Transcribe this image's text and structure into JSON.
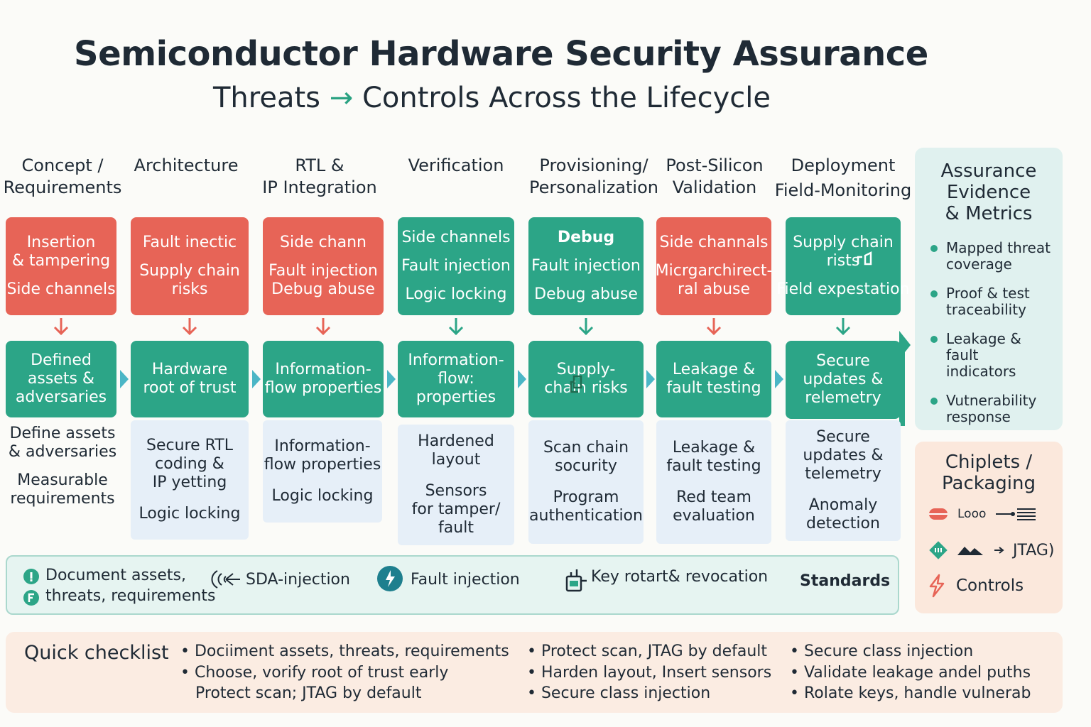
{
  "title": "Semiconductor Hardware Security Assurance",
  "subtitle": {
    "left": "Threats",
    "arrow": "→",
    "right": "Controls Across the Lifecycle"
  },
  "columns": [
    {
      "head": [
        "Concept /",
        "Requirements"
      ],
      "threats": [
        "Insertion",
        "& tampering",
        "",
        "Side channels"
      ],
      "threat_color": "red",
      "control": [
        "Defined",
        "assets &",
        "adversaries"
      ],
      "detail": [
        "Define assets",
        "& adversaries",
        "",
        "Measurable",
        "requirements"
      ],
      "detail_bg": false
    },
    {
      "head": [
        "Architecture"
      ],
      "threats": [
        "Fault inectic",
        "",
        "Supply chain",
        "risks"
      ],
      "threat_color": "red",
      "control": [
        "Hardware",
        "root of trust"
      ],
      "detail": [
        "Secure RTL",
        "coding &",
        "IP yetting",
        "",
        "Logic locking"
      ],
      "detail_bg": true
    },
    {
      "head": [
        "RTL &",
        "IP Integration"
      ],
      "threats": [
        "Side chann",
        "",
        "Fault injection",
        "Debug abuse"
      ],
      "threat_color": "red",
      "control": [
        "Information-",
        "flow properties"
      ],
      "detail": [
        "Information-",
        "flow properties",
        "",
        "Logic locking"
      ],
      "detail_bg": true
    },
    {
      "head": [
        "Verification"
      ],
      "threats": [
        "Side channels",
        "",
        "Fault injection",
        "",
        "Logic locking"
      ],
      "threat_color": "green",
      "control": [
        "Information-",
        "flow:",
        "properties"
      ],
      "detail": [
        "Hardened",
        "layout",
        "",
        "Sensors",
        "for tamper/",
        "fault"
      ],
      "detail_bg": true
    },
    {
      "head": [
        "Provisioning/",
        "Personalization"
      ],
      "threats": [
        "Debug",
        "",
        "Fault injection",
        "",
        "Debug abuse"
      ],
      "threat_color": "green",
      "control": [
        "Supply-",
        "chain risks"
      ],
      "detail": [
        "Scan chain",
        "socurity",
        "",
        "Program",
        "authentication"
      ],
      "detail_bg": true
    },
    {
      "head": [
        "Post-Silicon",
        "Validation"
      ],
      "threats": [
        "Side channals",
        "",
        "Micrgarchirect-",
        "ral abuse"
      ],
      "threat_color": "red",
      "control": [
        "Leakage &",
        "fault testing"
      ],
      "detail": [
        "Leakage &",
        "fault testing",
        "",
        "Red team",
        "evaluation"
      ],
      "detail_bg": true
    },
    {
      "head": [
        "Deployment",
        "Field-Monitoring"
      ],
      "threats": [
        "Supply chain",
        "rists",
        "",
        "Field expestation"
      ],
      "threat_color": "green",
      "control": [
        "Secure",
        "updates &",
        "relemetry"
      ],
      "detail": [
        "Secure",
        "updates &",
        "telemetry",
        "",
        "Anomaly",
        "detection"
      ],
      "detail_bg": true
    }
  ],
  "evidence": {
    "title": [
      "Assurance",
      "Evidence",
      "& Metrics"
    ],
    "items": [
      [
        "Mapped threat",
        "coverage"
      ],
      [
        "Proof & test",
        "traceability"
      ],
      [
        "Leakage & fault",
        "indicators"
      ],
      [
        "Vutnerability",
        "response"
      ]
    ]
  },
  "chiplets": {
    "title": [
      "Chiplets /",
      "Packaging"
    ],
    "rows": [
      "Looo",
      "JTAG)",
      "Controls"
    ]
  },
  "legend": {
    "doc": [
      "Document assets,",
      "threats, requirements"
    ],
    "sda": "SDA-injection",
    "fault": "Fault injection",
    "key": "Key rotart& revocation",
    "standards": "Standards"
  },
  "checklist": {
    "label": "Quick checklist",
    "col1": [
      "• Dociiment assets, threats, requirements",
      "• Choose, vorify root of trust early",
      "Protect scan; JTAG by default"
    ],
    "col2": [
      "• Protect scan, JTAG by default",
      "• Harden layout, Insert sensors",
      "• Secure class injection"
    ],
    "col3": [
      "• Secure class injection",
      "• Validate leakage andel puths",
      "• Rolate keys, handle vulnerab"
    ]
  },
  "colors": {
    "red": "#e76457",
    "green": "#2ca587",
    "accent_blue": "#4bb6c6",
    "detail_bg": "#e6eff8"
  }
}
